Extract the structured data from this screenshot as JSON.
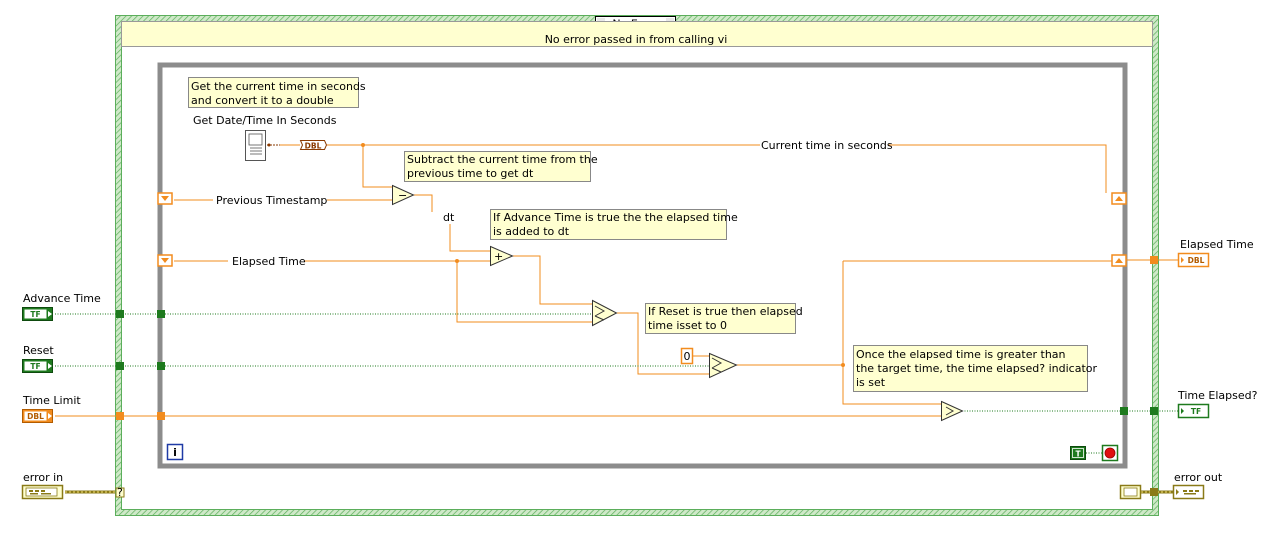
{
  "case_structure": {
    "selector_value": "No Error",
    "selector_prev_arrow": "◄",
    "selector_next_arrow": "►",
    "subdiagram_label": "No error passed in from calling vi"
  },
  "comments": {
    "get_time": [
      "Get the current time in seconds",
      "and convert it to a double"
    ],
    "subtract": [
      "Subtract the current time from the",
      "previous time to get dt"
    ],
    "advance": [
      "If Advance Time is true the the elapsed time",
      "is added to dt"
    ],
    "reset": [
      "If Reset is true then elapsed",
      "time isset to 0"
    ],
    "compare": [
      "Once the elapsed time is greater than",
      "the target time, the time elapsed? indicator",
      "is set"
    ]
  },
  "labels": {
    "get_date_time": "Get Date/Time In Seconds",
    "current_time": "Current time in seconds",
    "previous_timestamp": "Previous Timestamp",
    "elapsed_time_wire": "Elapsed Time",
    "dt": "dt",
    "zero_constant": "0"
  },
  "controls": {
    "advance_time": {
      "label": "Advance Time",
      "type": "TF"
    },
    "reset": {
      "label": "Reset",
      "type": "TF"
    },
    "time_limit": {
      "label": "Time Limit",
      "type": "DBL"
    },
    "error_in": {
      "label": "error in"
    }
  },
  "indicators": {
    "elapsed_time": {
      "label": "Elapsed Time",
      "type": "DBL"
    },
    "time_elapsed": {
      "label": "Time Elapsed?",
      "type": "TF"
    },
    "error_out": {
      "label": "error out"
    }
  },
  "nodes": {
    "to_double": "DBL",
    "subtract_symbol": "−",
    "add_symbol": "+",
    "iteration_terminal": "i",
    "true_constant": "T",
    "case_selector_mark": "?"
  },
  "colors": {
    "double_wire": "#f28c1e",
    "boolean_wire": "#1e7a1e",
    "error_wire": "#8a7a18",
    "loop_border": "#8c8c8c",
    "case_border": "#5bae5b",
    "comment_bg": "#ffffd0"
  }
}
